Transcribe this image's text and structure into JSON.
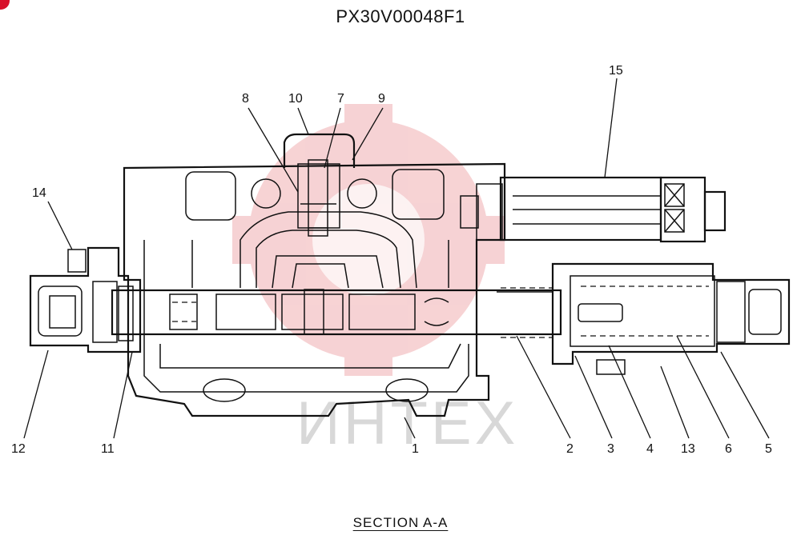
{
  "drawing_code": "PX30V00048F1",
  "section_label": "SECTION  A-A",
  "watermark_text": "ИНТЕХ",
  "watermark_color": "#e8323c",
  "corner_badge_color": "#d8102a",
  "callouts": [
    "1",
    "2",
    "3",
    "4",
    "5",
    "6",
    "7",
    "8",
    "9",
    "10",
    "11",
    "12",
    "13",
    "14",
    "15"
  ]
}
